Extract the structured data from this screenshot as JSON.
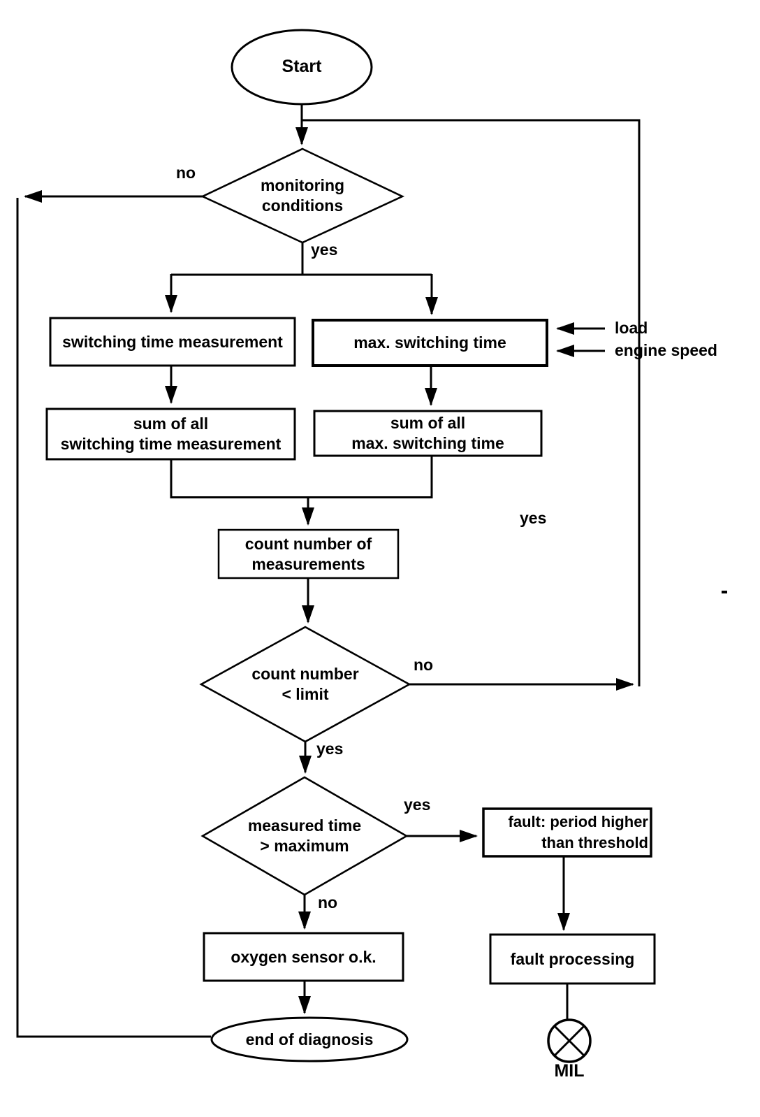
{
  "diagram": {
    "type": "flowchart",
    "subject": "oxygen sensor diagnosis",
    "colors": {
      "line": "#000000",
      "background": "#ffffff",
      "text": "#000000"
    },
    "nodes": {
      "start": {
        "label": "Start",
        "shape": "ellipse"
      },
      "monitoring": {
        "label": "monitoring\nconditions",
        "shape": "diamond"
      },
      "switching_measure": {
        "label": "switching time measurement",
        "shape": "rect"
      },
      "max_switching": {
        "label": "max. switching time",
        "shape": "rect"
      },
      "sum_switching": {
        "label": "sum of all\nswitching time measurement",
        "shape": "rect"
      },
      "sum_max": {
        "label": "sum of all\nmax. switching time",
        "shape": "rect"
      },
      "count_measurements": {
        "label": "count number of\nmeasurements",
        "shape": "rect"
      },
      "count_limit": {
        "label": "count number\n< limit",
        "shape": "diamond"
      },
      "measured_time": {
        "label": "measured time\n> maximum",
        "shape": "diamond"
      },
      "fault_period": {
        "label": "fault: period higher\nthan threshold",
        "shape": "rect"
      },
      "oxygen_ok": {
        "label": "oxygen sensor o.k.",
        "shape": "rect"
      },
      "end": {
        "label": "end of diagnosis",
        "shape": "ellipse"
      },
      "fault_processing": {
        "label": "fault processing",
        "shape": "rect"
      },
      "mil": {
        "label": "MIL",
        "shape": "lamp-circle-x"
      }
    },
    "edge_labels": {
      "monitoring_no": "no",
      "monitoring_yes": "yes",
      "load": "load",
      "engine_speed": "engine speed",
      "loop_yes": "yes",
      "count_no": "no",
      "count_yes": "yes",
      "measured_yes": "yes",
      "measured_no": "no"
    }
  }
}
